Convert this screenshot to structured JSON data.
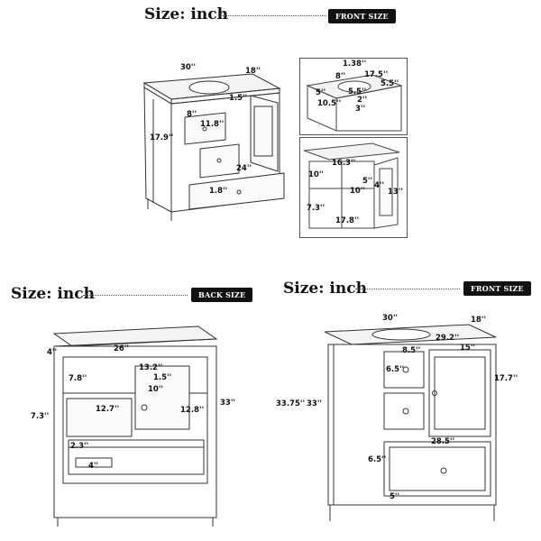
{
  "sections": {
    "front_top": {
      "title": "Size: inch",
      "badge": "FRONT SIZE"
    },
    "back": {
      "title": "Size: inch",
      "badge": "BACK SIZE"
    },
    "front_bottom": {
      "title": "Size: inch",
      "badge": "FRONT SIZE"
    }
  },
  "dims": {
    "top_main": {
      "w30": "30''",
      "d18": "18''",
      "h179": "17.9''",
      "d8": "8''",
      "d15": "1.5''",
      "d118": "11.8''",
      "d24": "24''",
      "d18b": "1.8''"
    },
    "top_sink": {
      "a138": "1.38''",
      "a8": "8''",
      "a175": "17.5''",
      "a5": "5''",
      "a55": "5.5''",
      "a55b": "5.5''",
      "a2": "2''",
      "a105": "10.5''",
      "a3": "3''"
    },
    "top_inner": {
      "b163": "16.3''",
      "b10": "10''",
      "b10b": "10''",
      "b5": "5''",
      "b4": "4''",
      "b13": "13''",
      "b73": "7.3''",
      "b178": "17.8''"
    },
    "back": {
      "c4": "4''",
      "c26": "26''",
      "c78": "7.8''",
      "c132": "13.2''",
      "c15": "1.5''",
      "c10": "10''",
      "c73": "7.3''",
      "c127": "12.7''",
      "c128": "12.8''",
      "c33": "33''",
      "c23": "2.3''",
      "c4b": "4''"
    },
    "front": {
      "f30": "30''",
      "f18": "18''",
      "f292": "29.2''",
      "f85": "8.5''",
      "f15": "15''",
      "f65": "6.5''",
      "f177": "17.7''",
      "f3375": "33.75''",
      "f33": "33''",
      "f285": "28.5''",
      "f65b": "6.5''",
      "f5": "5''"
    }
  }
}
